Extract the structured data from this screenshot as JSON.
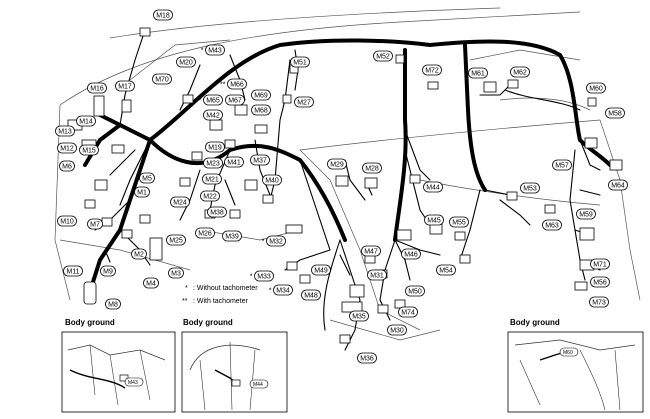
{
  "legend": {
    "without_tach_symbol": "*",
    "without_tach_text": ": Without tachometer",
    "with_tach_symbol": "**",
    "with_tach_text": ": With tachometer"
  },
  "insets": [
    {
      "title": "Body ground",
      "connector": "M43"
    },
    {
      "title": "Body ground",
      "connector": "M44"
    },
    {
      "title": "Body ground",
      "connector": "M60"
    }
  ],
  "connectors": [
    {
      "id": "M18",
      "label": "M18"
    },
    {
      "id": "M43",
      "label": "M43",
      "mark": "*"
    },
    {
      "id": "M20",
      "label": "M20"
    },
    {
      "id": "M66",
      "label": "M66",
      "mark": "**"
    },
    {
      "id": "M51",
      "label": "M51"
    },
    {
      "id": "M52",
      "label": "M52"
    },
    {
      "id": "M72",
      "label": "M72"
    },
    {
      "id": "M61",
      "label": "M61"
    },
    {
      "id": "M62",
      "label": "M62"
    },
    {
      "id": "M60",
      "label": "M60"
    },
    {
      "id": "M70",
      "label": "M70"
    },
    {
      "id": "M69",
      "label": "M69"
    },
    {
      "id": "M16",
      "label": "M16"
    },
    {
      "id": "M17",
      "label": "M17"
    },
    {
      "id": "M65",
      "label": "M65",
      "mark": "**"
    },
    {
      "id": "M67",
      "label": "M67"
    },
    {
      "id": "M27",
      "label": "M27"
    },
    {
      "id": "M68",
      "label": "M68"
    },
    {
      "id": "M42",
      "label": "M42"
    },
    {
      "id": "M58",
      "label": "M58"
    },
    {
      "id": "M14",
      "label": "M14"
    },
    {
      "id": "M13",
      "label": "M13"
    },
    {
      "id": "M19",
      "label": "M19"
    },
    {
      "id": "M12",
      "label": "M12"
    },
    {
      "id": "M15",
      "label": "M15"
    },
    {
      "id": "M23",
      "label": "M23"
    },
    {
      "id": "M41",
      "label": "M41"
    },
    {
      "id": "M37",
      "label": "M37"
    },
    {
      "id": "M29",
      "label": "M29"
    },
    {
      "id": "M28",
      "label": "M28"
    },
    {
      "id": "M57",
      "label": "M57"
    },
    {
      "id": "M6",
      "label": "M6"
    },
    {
      "id": "M5",
      "label": "M5"
    },
    {
      "id": "M21",
      "label": "M21"
    },
    {
      "id": "M40",
      "label": "M40"
    },
    {
      "id": "M64",
      "label": "M64"
    },
    {
      "id": "M44",
      "label": "M44"
    },
    {
      "id": "M53",
      "label": "M53"
    },
    {
      "id": "M1",
      "label": "M1"
    },
    {
      "id": "M22",
      "label": "M22"
    },
    {
      "id": "M24",
      "label": "M24"
    },
    {
      "id": "M38",
      "label": "M38"
    },
    {
      "id": "M10",
      "label": "M10"
    },
    {
      "id": "M7",
      "label": "M7"
    },
    {
      "id": "M26",
      "label": "M26"
    },
    {
      "id": "M39",
      "label": "M39"
    },
    {
      "id": "M45",
      "label": "M45"
    },
    {
      "id": "M55",
      "label": "M55"
    },
    {
      "id": "M59",
      "label": "M59"
    },
    {
      "id": "M63",
      "label": "M63"
    },
    {
      "id": "M25",
      "label": "M25"
    },
    {
      "id": "M32",
      "label": "M32",
      "mark": "*"
    },
    {
      "id": "M47",
      "label": "M47"
    },
    {
      "id": "M46",
      "label": "M46"
    },
    {
      "id": "M2",
      "label": "M2"
    },
    {
      "id": "M71",
      "label": "M71"
    },
    {
      "id": "M11",
      "label": "M11"
    },
    {
      "id": "M9",
      "label": "M9"
    },
    {
      "id": "M3",
      "label": "M3"
    },
    {
      "id": "M33",
      "label": "M33",
      "mark": "*"
    },
    {
      "id": "M49",
      "label": "M49"
    },
    {
      "id": "M31",
      "label": "M31"
    },
    {
      "id": "M54",
      "label": "M54"
    },
    {
      "id": "M56",
      "label": "M56"
    },
    {
      "id": "M4",
      "label": "M4"
    },
    {
      "id": "M34",
      "label": "M34",
      "mark": "*"
    },
    {
      "id": "M48",
      "label": "M48"
    },
    {
      "id": "M50",
      "label": "M50"
    },
    {
      "id": "M73",
      "label": "M73"
    },
    {
      "id": "M8",
      "label": "M8"
    },
    {
      "id": "M74",
      "label": "M74"
    },
    {
      "id": "M35",
      "label": "M35"
    },
    {
      "id": "M30",
      "label": "M30"
    },
    {
      "id": "M36",
      "label": "M36"
    }
  ]
}
